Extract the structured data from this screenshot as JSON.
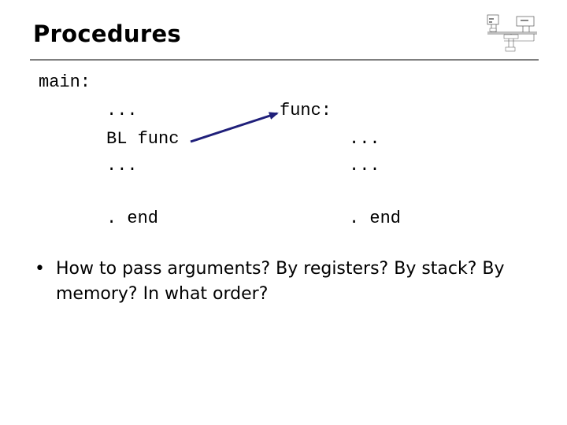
{
  "slide": {
    "title": "Procedures"
  },
  "code": {
    "main_label": "main:",
    "main_line1": "...",
    "main_line2": "BL func",
    "main_line3": "...",
    "main_end": ". end",
    "func_label": "func:",
    "func_line1": "...",
    "func_line2": "...",
    "func_end": ". end"
  },
  "bullets": [
    {
      "marker": "•",
      "text": "How to pass arguments? By registers? By stack? By memory? In what order?"
    }
  ],
  "colors": {
    "arrow": "#1f1f7a",
    "title_rule": "#7f7f7f"
  },
  "icons": {
    "thumbnail": "system-block-diagram-icon"
  }
}
